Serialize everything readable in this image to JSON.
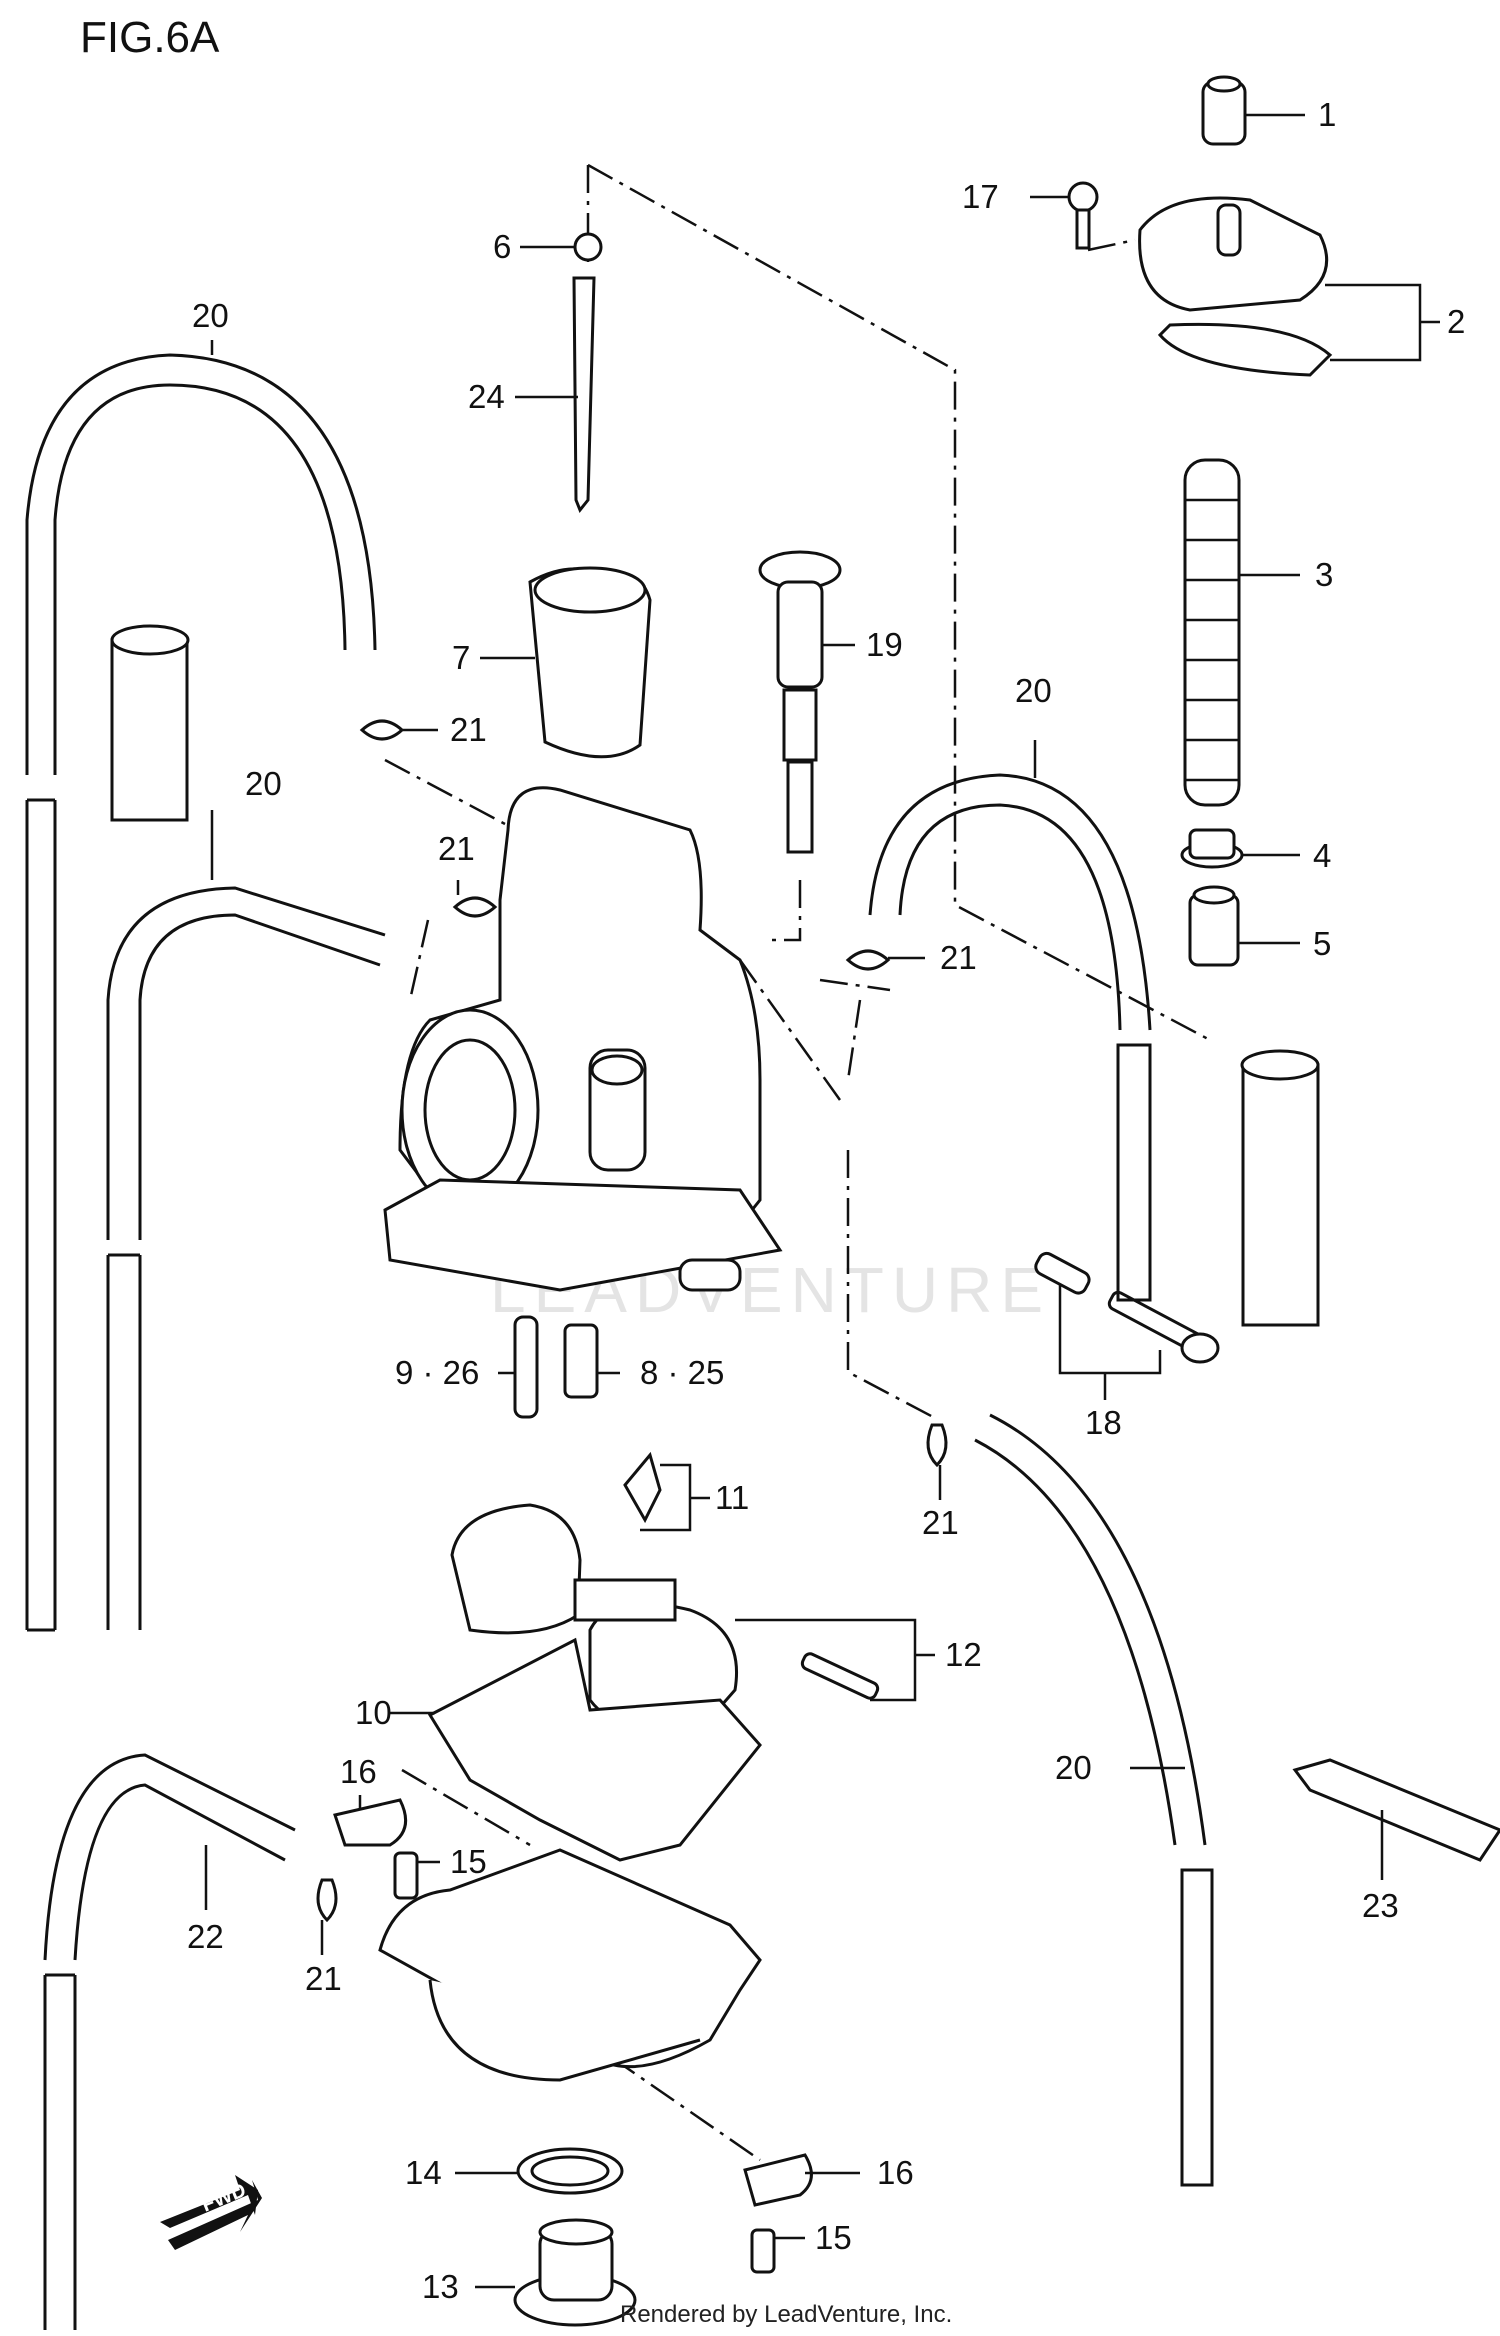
{
  "figure": {
    "title": "FIG.6A",
    "credit": "Rendered by LeadVenture, Inc.",
    "watermark": "LEADVENTURE",
    "fwd_label": "FWD"
  },
  "callouts": {
    "c1": "1",
    "c2": "2",
    "c3": "3",
    "c4": "4",
    "c5": "5",
    "c6": "6",
    "c7": "7",
    "c8_25": "8 · 25",
    "c9_26": "9 · 26",
    "c10": "10",
    "c11": "11",
    "c12": "12",
    "c13": "13",
    "c14": "14",
    "c15a": "15",
    "c15b": "15",
    "c16a": "16",
    "c16b": "16",
    "c17": "17",
    "c18": "18",
    "c19": "19",
    "c20a": "20",
    "c20b": "20",
    "c20c": "20",
    "c20d": "20",
    "c21a": "21",
    "c21b": "21",
    "c21c": "21",
    "c21d": "21",
    "c21e": "21",
    "c22": "22",
    "c23": "23",
    "c24": "24"
  }
}
